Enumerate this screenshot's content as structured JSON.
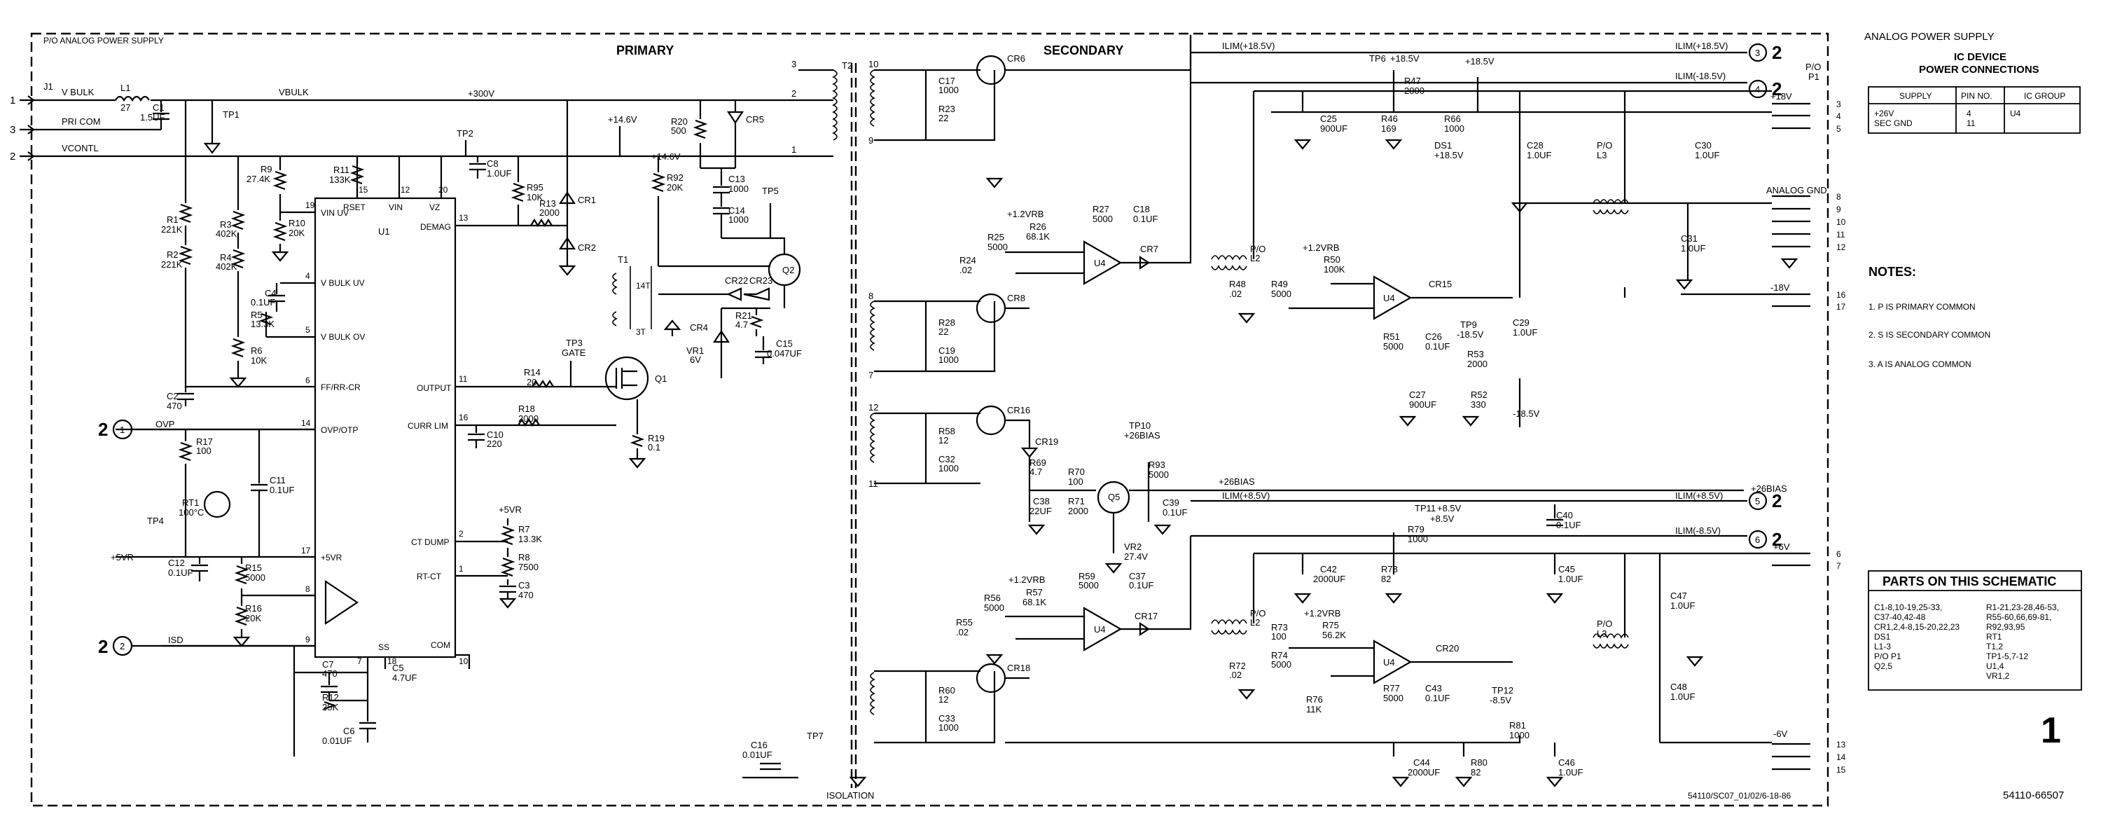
{
  "header": {
    "left": "P/O ANALOG POWER SUPPLY",
    "primary": "PRIMARY",
    "secondary": "SECONDARY",
    "right": "ANALOG POWER SUPPLY"
  },
  "connectors_left": [
    {
      "pin": "1",
      "label": "V BULK"
    },
    {
      "pin": "3",
      "label": "PRI COM"
    },
    {
      "pin": "2",
      "label": "VCONTL"
    }
  ],
  "j1": "J1",
  "rails": {
    "vbulk": "VBULK",
    "v300": "+300V",
    "v146a": "+14.6V",
    "v146b": "+14.6V"
  },
  "primary_parts": {
    "L1": [
      "L1",
      "27"
    ],
    "C1": [
      "C1",
      "1.5UF"
    ],
    "TP1": "TP1",
    "R9": [
      "R9",
      "27.4K"
    ],
    "R11": [
      "R11",
      "133K"
    ],
    "R1": [
      "R1",
      "221K"
    ],
    "R2": [
      "R2",
      "221K"
    ],
    "R3": [
      "R3",
      "402K"
    ],
    "R4": [
      "R4",
      "402K"
    ],
    "R10": [
      "R10",
      "20K"
    ],
    "C4": [
      "C4",
      "0.1UF"
    ],
    "R5": [
      "R5",
      "13.3K"
    ],
    "R6": [
      "R6",
      "10K"
    ],
    "C2": [
      "C2",
      "470"
    ],
    "R17": [
      "R17",
      "100"
    ],
    "C11": [
      "C11",
      "0.1UF"
    ],
    "RT1": [
      "RT1",
      "100°C"
    ],
    "TP4": "TP4",
    "C12": [
      "C12",
      "0.1UF"
    ],
    "R15": [
      "R15",
      "5000"
    ],
    "R16": [
      "R16",
      "20K"
    ],
    "C7": [
      "C7",
      "470"
    ],
    "R12": [
      "R12",
      "25K"
    ],
    "C5": [
      "C5",
      "4.7UF"
    ],
    "C6": [
      "C6",
      "0.01UF"
    ],
    "TP2": "TP2",
    "C8": [
      "C8",
      "1.0UF"
    ],
    "R95": [
      "R95",
      "10K"
    ],
    "R13": [
      "R13",
      "2000"
    ],
    "CR1": "CR1",
    "CR2": "CR2",
    "R20": [
      "R20",
      "500"
    ],
    "CR5": "CR5",
    "R92": [
      "R92",
      "20K"
    ],
    "C13": [
      "C13",
      "1000"
    ],
    "C14": [
      "C14",
      "1000"
    ],
    "TP5": "TP5",
    "Q2": "Q2",
    "T1": "T1",
    "T1a": "14T",
    "T1b": "3T",
    "CR22": "CR22",
    "CR23": "CR23",
    "CR4": "CR4",
    "VR1": [
      "VR1",
      "6V"
    ],
    "R21": [
      "R21",
      "4.7"
    ],
    "C15": [
      "C15",
      "0.047UF"
    ],
    "TP3": [
      "TP3",
      "GATE"
    ],
    "R14": [
      "R14",
      "20"
    ],
    "Q1": "Q1",
    "R18": [
      "R18",
      "2000"
    ],
    "C10": [
      "C10",
      "220"
    ],
    "R19": [
      "R19",
      "0.1"
    ],
    "R7": [
      "R7",
      "13.3K"
    ],
    "R8": [
      "R8",
      "7500"
    ],
    "C3": [
      "C3",
      "470"
    ],
    "v5r": "+5VR",
    "C16": [
      "C16",
      "0.01UF"
    ],
    "TP7": "TP7",
    "isolation": "ISOLATION",
    "T2": "T2"
  },
  "u1": {
    "name": "U1",
    "top": [
      "RSET",
      "VIN",
      "VZ"
    ],
    "top_nums": [
      "15",
      "12",
      "20"
    ],
    "left": [
      "VIN UV",
      "V BULK UV",
      "V BULK OV",
      "FF/RR-CR",
      "OVP/OTP",
      "+5VR"
    ],
    "left_nums": [
      "19",
      "4",
      "5",
      "6",
      "14",
      "17",
      "8",
      "9"
    ],
    "right": [
      "DEMAG",
      "OUTPUT",
      "CURR LIM",
      "CT DUMP",
      "RT-CT",
      "COM"
    ],
    "right_nums": [
      "13",
      "11",
      "16",
      "2",
      "1",
      "10"
    ],
    "bottom": [
      "SS"
    ],
    "bottom_nums": [
      "7",
      "18"
    ]
  },
  "signals": {
    "ovp": "OVP",
    "isd": "ISD",
    "v5vr": "+5VR",
    "ref_ovp": "2",
    "ref_ovp_num": "1",
    "ref_isd": "2",
    "ref_isd_num": "2"
  },
  "secondary_parts": {
    "CR6": "CR6",
    "C17": [
      "C17",
      "1000"
    ],
    "R23": [
      "R23",
      "22"
    ],
    "CR8": "CR8",
    "R28": [
      "R28",
      "22"
    ],
    "C19": [
      "C19",
      "1000"
    ],
    "vrb1": "+1.2VRB",
    "R27": [
      "R27",
      "5000"
    ],
    "C18": [
      "C18",
      "0.1UF"
    ],
    "R25": [
      "R25",
      "5000"
    ],
    "R26": [
      "R26",
      "68.1K"
    ],
    "R24": [
      "R24",
      ".02"
    ],
    "U4a": "U4",
    "CR7": "CR7",
    "L2a": [
      "P/O",
      "L2"
    ],
    "R48": [
      "R48",
      ".02"
    ],
    "R49": [
      "R49",
      "5000"
    ],
    "vrb2": "+1.2VRB",
    "R50": [
      "R50",
      "100K"
    ],
    "U4b": "U4",
    "CR15": "CR15",
    "R51": [
      "R51",
      "5000"
    ],
    "C26": [
      "C26",
      "0.1UF"
    ],
    "TP9": [
      "TP9",
      "-18.5V"
    ],
    "R53": [
      "R53",
      "2000"
    ],
    "C29": [
      "C29",
      "1.0UF"
    ],
    "C27": [
      "C27",
      "900UF"
    ],
    "R52": [
      "R52",
      "330"
    ],
    "v185n": "-18.5V",
    "TP6": [
      "TP6",
      "+18.5V"
    ],
    "v185p": "+18.5V",
    "R47": [
      "R47",
      "2000"
    ],
    "C25": [
      "C25",
      "900UF"
    ],
    "R46": [
      "R46",
      "169"
    ],
    "R66": [
      "R66",
      "1000"
    ],
    "DS1": [
      "DS1",
      "+18.5V"
    ],
    "C28": [
      "C28",
      "1.0UF"
    ],
    "L3a": [
      "P/O",
      "L3"
    ],
    "C30": [
      "C30",
      "1.0UF"
    ],
    "C31": [
      "C31",
      "1.0UF"
    ],
    "CR16": "CR16",
    "R58": [
      "R58",
      "12"
    ],
    "C32": [
      "C32",
      "1000"
    ],
    "CR19": "CR19",
    "R69": [
      "R69",
      "4.7"
    ],
    "C38": [
      "C38",
      "22UF"
    ],
    "R70": [
      "R70",
      "100"
    ],
    "R71": [
      "R71",
      "2000"
    ],
    "Q5": "Q5",
    "VR2": [
      "VR2",
      "27.4V"
    ],
    "TP10": [
      "TP10",
      "+26BIAS"
    ],
    "R93": [
      "R93",
      "5000"
    ],
    "C39": [
      "C39",
      "0.1UF"
    ],
    "bias": "+26BIAS",
    "vrb3": "+1.2VRB",
    "R59": [
      "R59",
      "5000"
    ],
    "C37": [
      "C37",
      "0.1UF"
    ],
    "R56": [
      "R56",
      "5000"
    ],
    "R57": [
      "R57",
      "68.1K"
    ],
    "R55": [
      "R55",
      ".02"
    ],
    "U4c": "U4",
    "CR17": "CR17",
    "CR18": "CR18",
    "R60": [
      "R60",
      "12"
    ],
    "C33": [
      "C33",
      "1000"
    ],
    "L2b": [
      "P/O",
      "L2"
    ],
    "R72": [
      "R72",
      ".02"
    ],
    "R73": [
      "R73",
      "100"
    ],
    "R74": [
      "R74",
      "5000"
    ],
    "vrb4": "+1.2VRB",
    "R75": [
      "R75",
      "56.2K"
    ],
    "R76": [
      "R76",
      "11K"
    ],
    "U4d": "U4",
    "CR20": "CR20",
    "R77": [
      "R77",
      "5000"
    ],
    "C43": [
      "C43",
      "0.1UF"
    ],
    "TP11": [
      "TP11",
      "+8.5V"
    ],
    "v85": "+8.5V",
    "R79": [
      "R79",
      "1000"
    ],
    "C42": [
      "C42",
      "2000UF"
    ],
    "R78": [
      "R78",
      "82"
    ],
    "C45": [
      "C45",
      "1.0UF"
    ],
    "TP12": [
      "TP12",
      "-8.5V"
    ],
    "R81": [
      "R81",
      "1000"
    ],
    "C44": [
      "C44",
      "2000UF"
    ],
    "R80": [
      "R80",
      "82"
    ],
    "C46": [
      "C46",
      "1.0UF"
    ],
    "L3b": [
      "P/O",
      "L3"
    ],
    "C47": [
      "C47",
      "1.0UF"
    ],
    "C48": [
      "C48",
      "1.0UF"
    ],
    "C40": [
      "C40",
      "0.1UF"
    ]
  },
  "ilim": {
    "p185": "ILIM(+18.5V)",
    "m185": "ILIM(-18.5V)",
    "p85": "ILIM(+8.5V)",
    "m85": "ILIM(-8.5V)",
    "ilim185": "ILIM(+18.5V)",
    "ilim85": "ILIM(+8.5V)"
  },
  "output": {
    "p1": [
      "P/O",
      "P1"
    ],
    "v18p": "+18V",
    "v18n": "-18V",
    "v6p": "+6V",
    "v6n": "-6V",
    "agnd": "ANALOG GND",
    "pins": [
      "3",
      "4",
      "5",
      "8",
      "9",
      "10",
      "11",
      "12",
      "16",
      "17",
      "6",
      "7",
      "13",
      "14",
      "15"
    ]
  },
  "refs": [
    {
      "num": "3",
      "sheet": "2"
    },
    {
      "num": "4",
      "sheet": "2"
    },
    {
      "num": "5",
      "sheet": "2"
    },
    {
      "num": "6",
      "sheet": "2"
    }
  ],
  "ic_table": {
    "title": [
      "IC DEVICE",
      "POWER CONNECTIONS"
    ],
    "headers": [
      "SUPPLY",
      "PIN NO.",
      "IC GROUP"
    ],
    "rows": [
      [
        "+26V",
        "4",
        "U4"
      ],
      [
        "SEC GND",
        "11",
        ""
      ]
    ]
  },
  "notes": {
    "title": "NOTES:",
    "items": [
      "1.  P  IS PRIMARY COMMON",
      "2.  S  IS SECONDARY COMMON",
      "3.  A  IS ANALOG COMMON"
    ]
  },
  "parts_table": {
    "title": "PARTS ON THIS SCHEMATIC",
    "left": [
      "C1-8,10-19,25-33,",
      "C37-40,42-48",
      "CR1,2,4-8,15-20,22,23",
      "DS1",
      "L1-3",
      "P/O P1",
      "Q2,5"
    ],
    "right": [
      "R1-21,23-28,46-53,",
      "R55-60,66,69-81,",
      "R92,93,95",
      "RT1",
      "T1,2",
      "TP1-5,7-12",
      "U1,4",
      "VR1,2"
    ]
  },
  "sheet": "1",
  "footer": "54110/SC07_01/02/6-18-86",
  "partnum": "54110-66507"
}
